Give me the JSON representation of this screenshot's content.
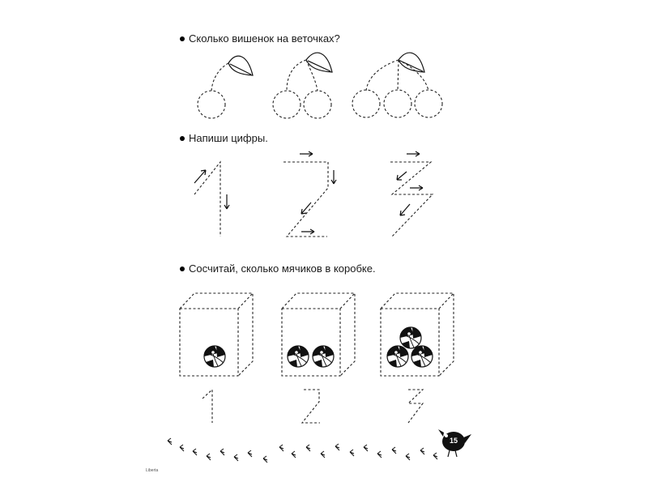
{
  "tasks": [
    {
      "text": "Сколько вишенок на веточках?"
    },
    {
      "text": "Напиши цифры."
    },
    {
      "text": "Сосчитай, сколько мячиков в коробке."
    }
  ],
  "cherries": [
    1,
    2,
    3
  ],
  "digits": [
    "1",
    "2",
    "3"
  ],
  "boxes": [
    1,
    2,
    3
  ],
  "footer": {
    "page_number": "15",
    "small_mark": "Liberta"
  },
  "colors": {
    "ink": "#111111",
    "background": "#ffffff"
  }
}
